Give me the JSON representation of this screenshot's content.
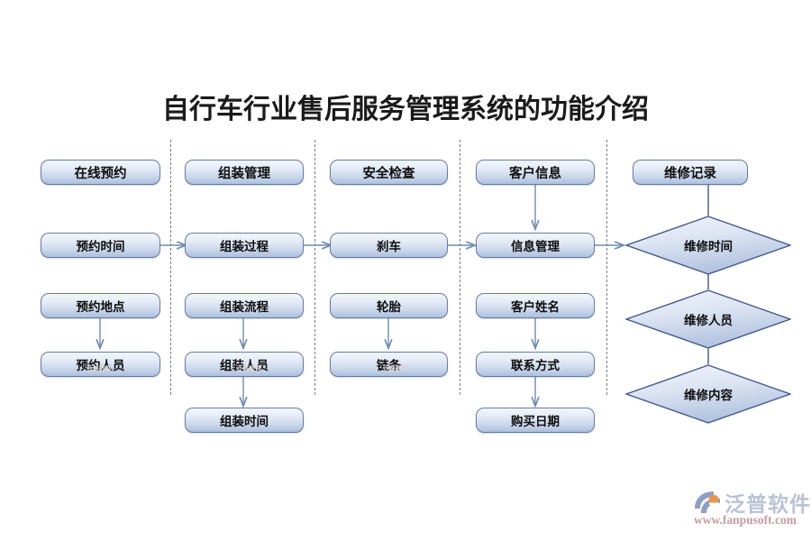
{
  "title": "自行车行业售后服务管理系统的功能介绍",
  "colors": {
    "node_border": "#667ba5",
    "node_fill_top": "#f3f6fb",
    "node_fill_bottom": "#aebfdd",
    "arrow": "#6f8cb5",
    "separator": "#777f88",
    "title_text": "#1a1a1a",
    "logo_brand": "#b9c2d6",
    "logo_url": "#c49aa0"
  },
  "columns": [
    {
      "header": "在线预约",
      "nodes": [
        "预约时间",
        "预约地点",
        "预约人员"
      ]
    },
    {
      "header": "组装管理",
      "nodes": [
        "组装过程",
        "组装流程",
        "组装人员",
        "组装时间"
      ]
    },
    {
      "header": "安全检查",
      "nodes": [
        "刹车",
        "轮胎",
        "链条"
      ]
    },
    {
      "header": "客户信息",
      "nodes": [
        "信息管理",
        "客户姓名",
        "联系方式",
        "购买日期"
      ]
    },
    {
      "header": "维修记录",
      "nodes": [
        "维修时间",
        "维修人员",
        "维修内容"
      ]
    }
  ],
  "flow": {
    "col1_header": "在线预约",
    "col1_n1": "预约时间",
    "col1_n2": "预约地点",
    "col1_n3": "预约人员",
    "col2_header": "组装管理",
    "col2_n1": "组装过程",
    "col2_n2": "组装流程",
    "col2_n3": "组装人员",
    "col2_n4": "组装时间",
    "col3_header": "安全检查",
    "col3_n1": "刹车",
    "col3_n2": "轮胎",
    "col3_n3": "链条",
    "col4_header": "客户信息",
    "col4_n1": "信息管理",
    "col4_n2": "客户姓名",
    "col4_n3": "联系方式",
    "col4_n4": "购买日期",
    "col5_header": "维修记录",
    "col5_d1": "维修时间",
    "col5_d2": "维修人员",
    "col5_d3": "维修内容"
  },
  "logo": {
    "brand": "泛普软件",
    "url": "www.fanpusoft.com",
    "watermark": "泛普软件"
  }
}
